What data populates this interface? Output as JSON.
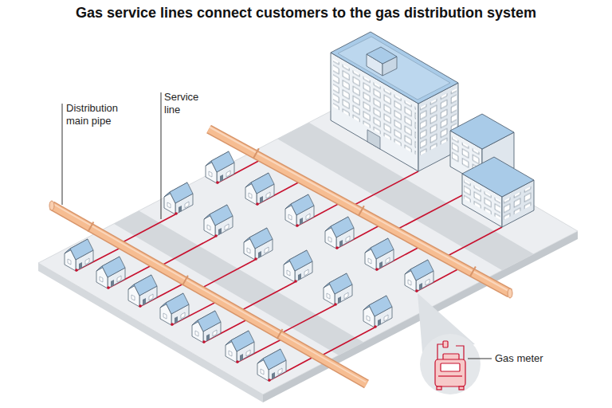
{
  "diagram": {
    "title": "Gas service lines connect customers to the gas distribution system",
    "labels": [
      "Distribution main pipe",
      "Service line",
      "Gas meter"
    ]
  }
}
